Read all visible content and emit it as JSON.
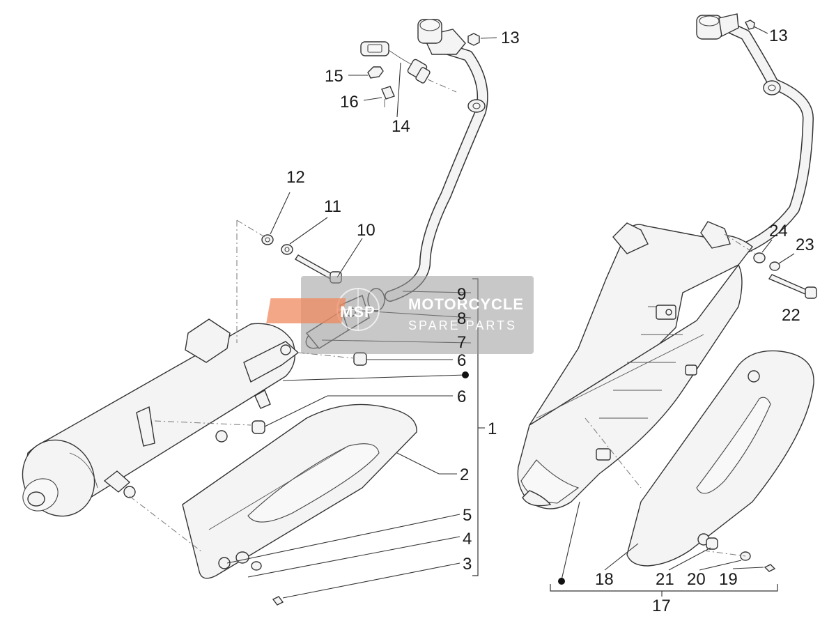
{
  "callouts": [
    {
      "id": "13a",
      "text": "13"
    },
    {
      "id": "13b",
      "text": "13"
    },
    {
      "id": "15",
      "text": "15"
    },
    {
      "id": "16",
      "text": "16"
    },
    {
      "id": "14",
      "text": "14"
    },
    {
      "id": "12",
      "text": "12"
    },
    {
      "id": "11",
      "text": "11"
    },
    {
      "id": "10",
      "text": "10"
    },
    {
      "id": "9",
      "text": "9"
    },
    {
      "id": "8",
      "text": "8"
    },
    {
      "id": "7",
      "text": "7"
    },
    {
      "id": "6a",
      "text": "6"
    },
    {
      "id": "6b",
      "text": "6"
    },
    {
      "id": "1",
      "text": "1"
    },
    {
      "id": "2",
      "text": "2"
    },
    {
      "id": "5",
      "text": "5"
    },
    {
      "id": "4",
      "text": "4"
    },
    {
      "id": "3",
      "text": "3"
    },
    {
      "id": "24",
      "text": "24"
    },
    {
      "id": "23",
      "text": "23"
    },
    {
      "id": "22",
      "text": "22"
    },
    {
      "id": "18",
      "text": "18"
    },
    {
      "id": "21",
      "text": "21"
    },
    {
      "id": "20",
      "text": "20"
    },
    {
      "id": "19",
      "text": "19"
    },
    {
      "id": "17",
      "text": "17"
    }
  ],
  "watermark": {
    "line1": "MOTORCYCLE",
    "line2": "SPARE PARTS",
    "logo_letters": "MSP"
  },
  "colors": {
    "line": "#333333",
    "part_fill": "#f4f4f4",
    "watermark_box": "#9a9a9a",
    "watermark_logo": "#f08a5d"
  }
}
